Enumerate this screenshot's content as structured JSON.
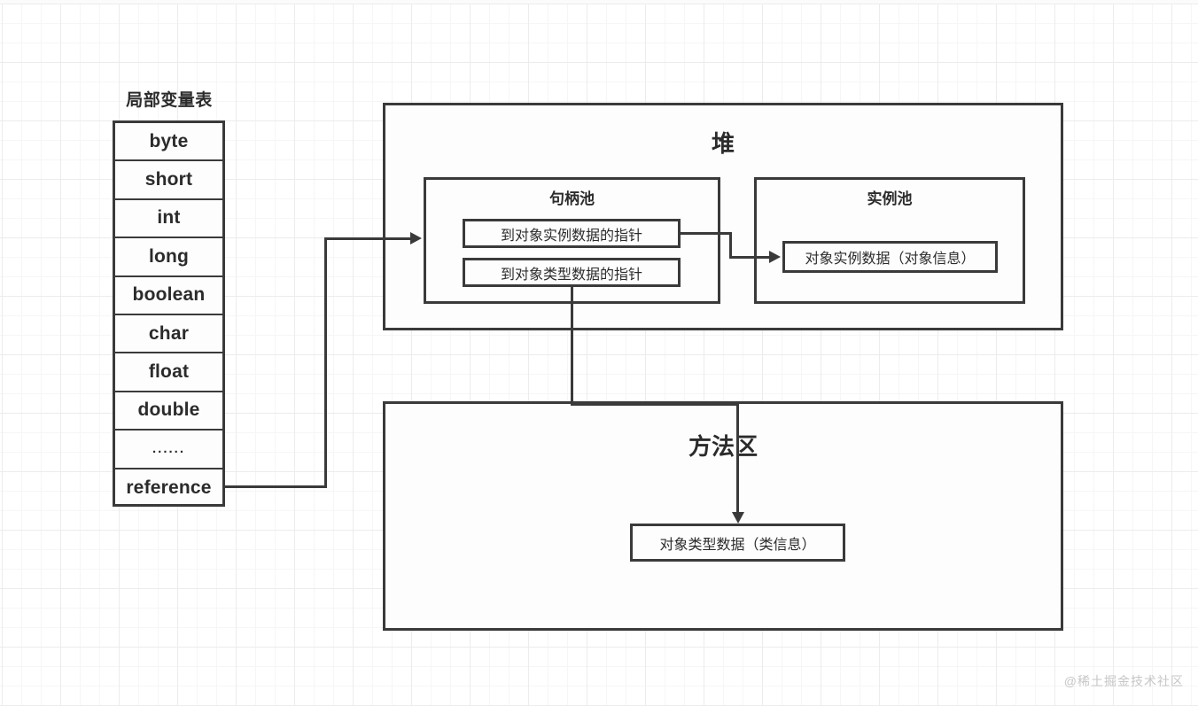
{
  "diagram": {
    "local_variable_table": {
      "title": "局部变量表",
      "rows": [
        "byte",
        "short",
        "int",
        "long",
        "boolean",
        "char",
        "float",
        "double",
        "......",
        "reference"
      ]
    },
    "heap": {
      "title": "堆",
      "handle_pool": {
        "title": "句柄池",
        "entries": [
          "到对象实例数据的指针",
          "到对象类型数据的指针"
        ]
      },
      "instance_pool": {
        "title": "实例池",
        "entries": [
          "对象实例数据（对象信息）"
        ]
      }
    },
    "method_area": {
      "title": "方法区",
      "entries": [
        "对象类型数据（类信息）"
      ]
    },
    "watermark": "@稀土掘金技术社区",
    "colors": {
      "stroke": "#3a3a3a",
      "text": "#2b2b2b",
      "background": "#ffffff",
      "grid_minor": "#f6f6f6",
      "grid_major": "#ececec",
      "watermark": "#c6c6c6"
    }
  }
}
